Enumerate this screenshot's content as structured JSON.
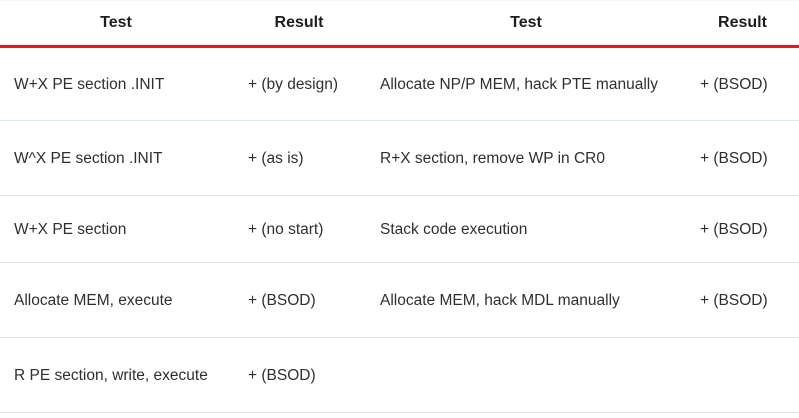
{
  "table": {
    "headers": [
      "Test",
      "Result",
      "Test",
      "Result"
    ],
    "accent_color": "#d81f1f",
    "row_separator_color": "#dbe7e9",
    "text_color": "#2f2f2f",
    "rows": [
      {
        "test_left": "W+X PE section .INIT",
        "result_left": "+ (by design)",
        "test_right": "Allocate NP/P MEM, hack PTE manually",
        "result_right": "+ (BSOD)"
      },
      {
        "test_left": "W^X PE section .INIT",
        "result_left": "+ (as is)",
        "test_right": "R+X section, remove WP in CR0",
        "result_right": "+ (BSOD)"
      },
      {
        "test_left": "W+X PE section",
        "result_left": "+ (no start)",
        "test_right": "Stack code execution",
        "result_right": "+ (BSOD)"
      },
      {
        "test_left": "Allocate MEM, execute",
        "result_left": "+ (BSOD)",
        "test_right": "Allocate MEM, hack MDL manually",
        "result_right": "+ (BSOD)"
      },
      {
        "test_left": "R PE section, write, execute",
        "result_left": "+ (BSOD)",
        "test_right": "",
        "result_right": ""
      }
    ]
  }
}
